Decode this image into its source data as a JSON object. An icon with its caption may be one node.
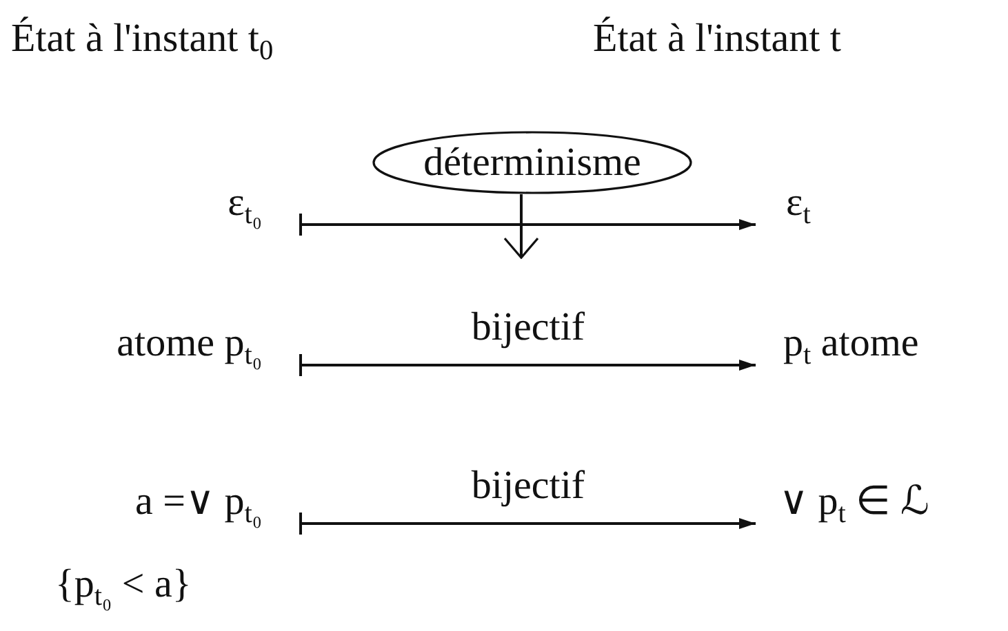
{
  "diagram": {
    "nodes": [
      {
        "text": [
          "ε$_{t₀}$"
        ]
      },
      {
        "text": [
          "déterminisme"
        ]
      },
      {
        "text": [
          "ε$_{t}$"
        ]
      },
      {
        "text": [
          "atome p$_{t₀}$"
        ]
      },
      {
        "text": [
          "p$_{t}$ atome"
        ]
      },
      {
        "text": [
          "a =∨ p$_{t₀}$"
        ]
      },
      {
        "text": [
          "∨ p$_{t}$ ∈ ℒ"
        ]
      }
    ],
    "edges": [
      {
        "from": 0,
        "to": 2,
        "arrow": "to"
      },
      {
        "from": 1,
        "to": null,
        "arrow": "to"
      },
      {
        "from": 3,
        "to": 4,
        "label": "bijectif",
        "arrow": "to"
      },
      {
        "from": 5,
        "to": 6,
        "label": "bijectif",
        "arrow": "to"
      }
    ],
    "labels": [
      "État à l'instant t$_{0}$",
      "État à l'instant t",
      "{p$_{t₀}$ < a}"
    ]
  }
}
